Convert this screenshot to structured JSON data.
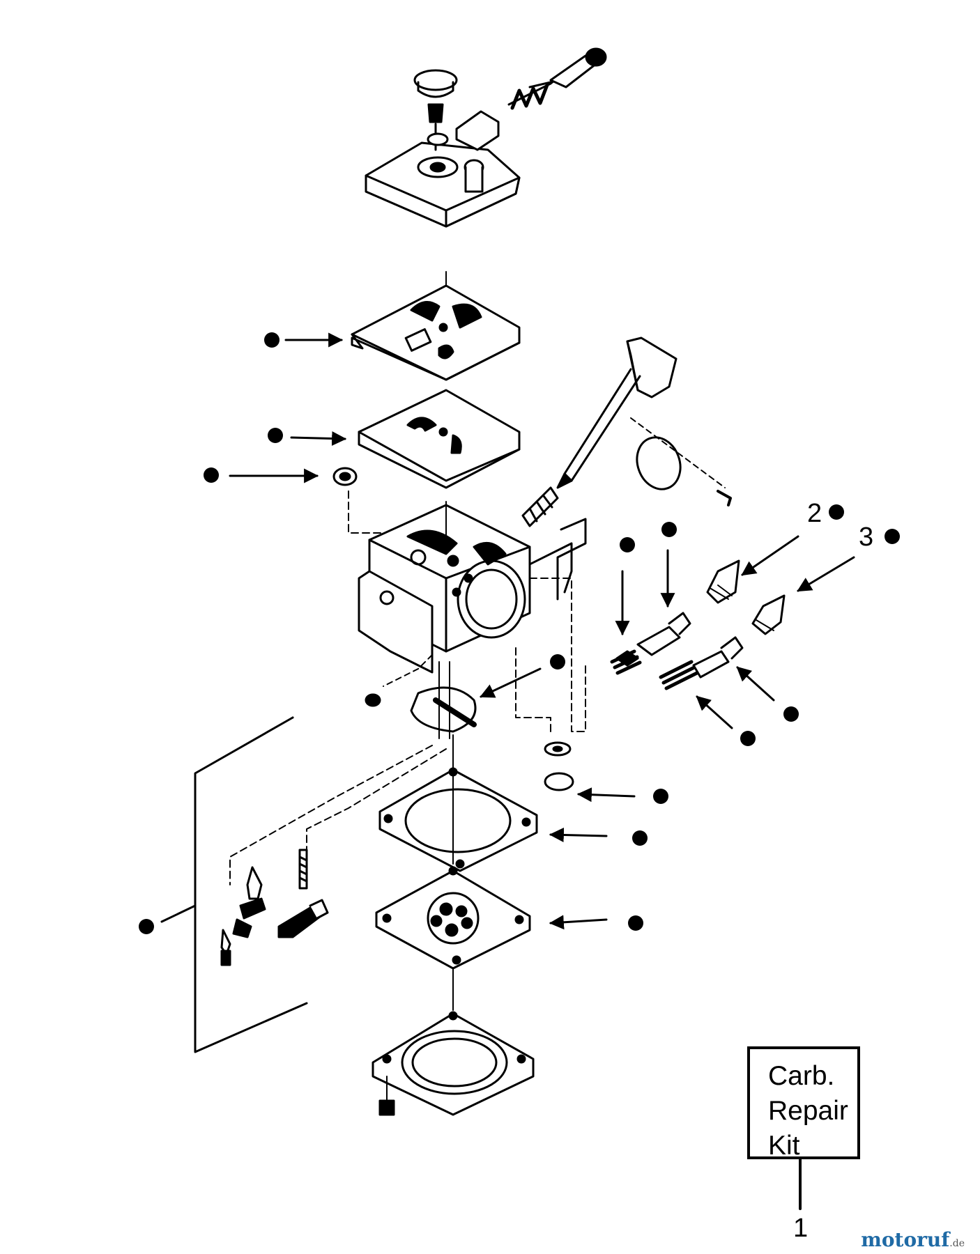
{
  "callouts": {
    "part_2": "2",
    "part_3": "3",
    "part_1": "1"
  },
  "kit_label": "Carb.\nRepair\nKit",
  "watermark": {
    "main": "motoruf",
    "tld": ".de"
  }
}
